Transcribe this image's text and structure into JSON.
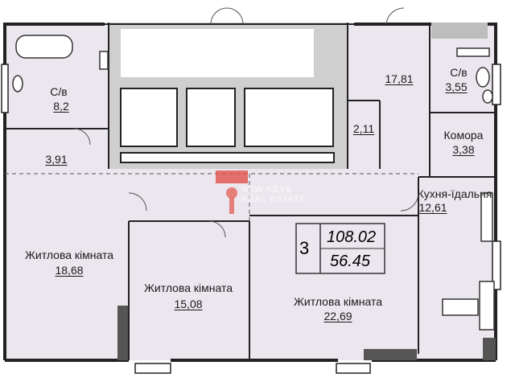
{
  "rooms": {
    "bath1": {
      "name": "С/в",
      "area": "8,2"
    },
    "hall1": {
      "area": "3,91"
    },
    "hall_main": {
      "area": "17,81"
    },
    "bath2": {
      "name": "С/в",
      "area": "3,55"
    },
    "wardrobe": {
      "area": "2,11"
    },
    "storage": {
      "name": "Комора",
      "area": "3,38"
    },
    "kitchen": {
      "name": "Кухня-їдальня",
      "area": "12,61"
    },
    "living1": {
      "name": "Житлова кімната",
      "area": "18,68"
    },
    "living2": {
      "name": "Житлова кімната",
      "area": "15,08"
    },
    "living3": {
      "name": "Житлова кімната",
      "area": "22,69"
    }
  },
  "summary": {
    "rooms_count": "3",
    "total_area": "108.02",
    "living_area": "56.45"
  },
  "watermark": {
    "line1": "NEW KEYS",
    "line2": "REAL ESTATE"
  },
  "corner_badge": "",
  "colors": {
    "room_fill": "#ece6ee",
    "wall": "#222222",
    "shaft": "#cfcfcf",
    "accent": "#e2524a"
  }
}
